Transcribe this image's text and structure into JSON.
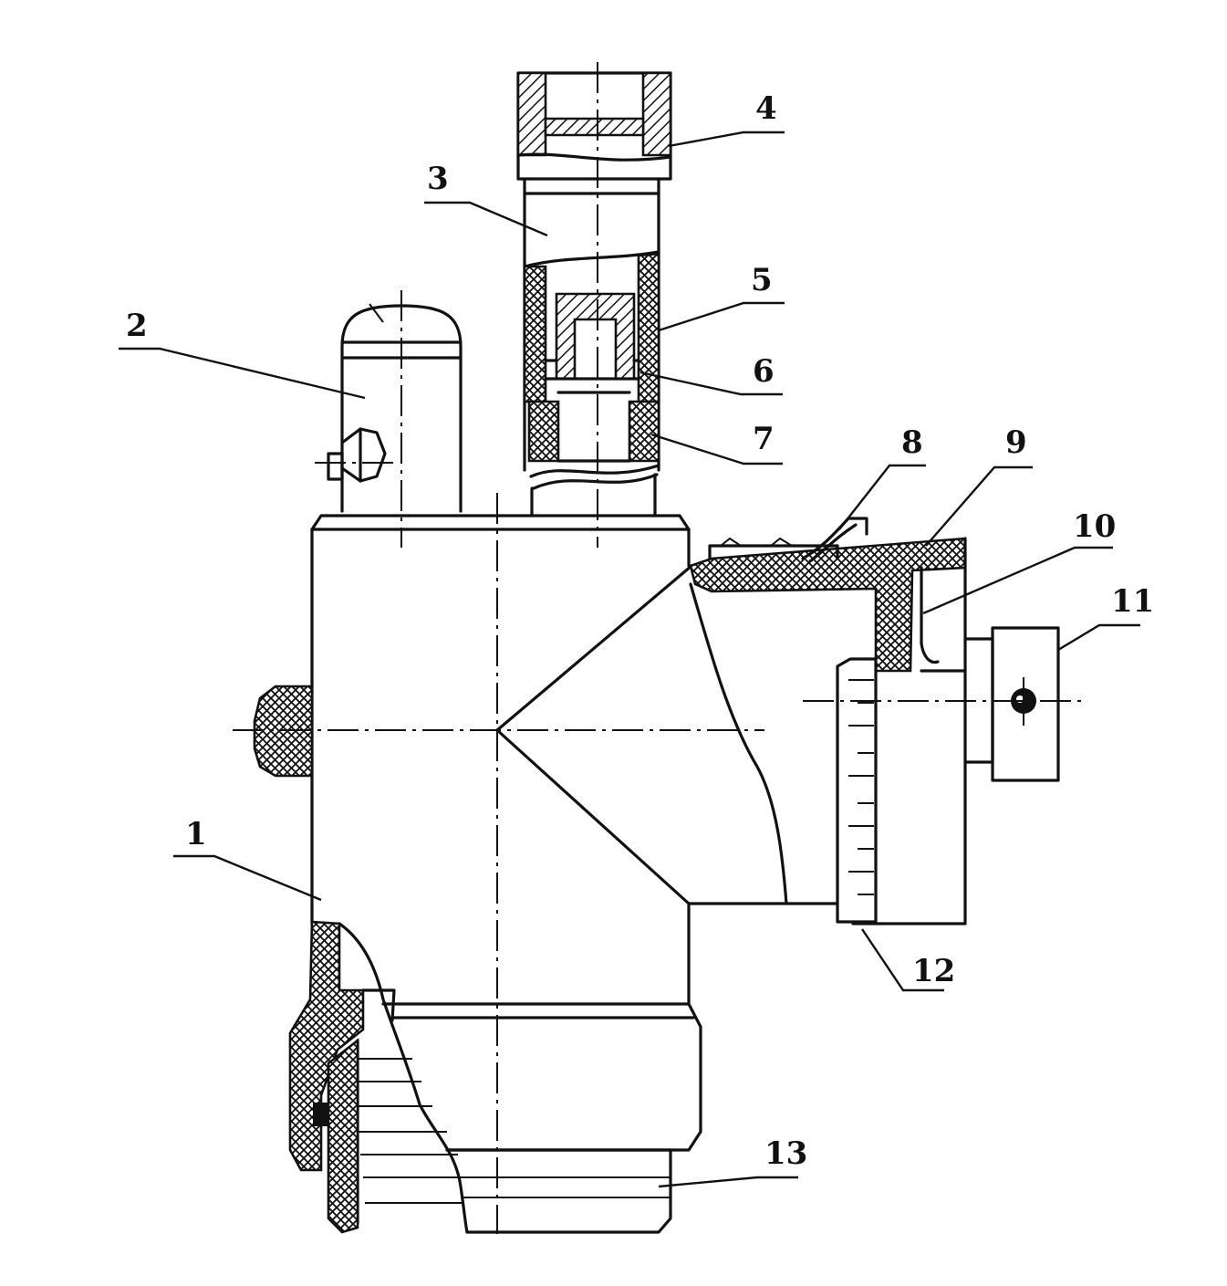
{
  "figure": {
    "callouts": [
      "1",
      "2",
      "3",
      "4",
      "5",
      "6",
      "7",
      "8",
      "9",
      "10",
      "11",
      "12",
      "13"
    ]
  }
}
